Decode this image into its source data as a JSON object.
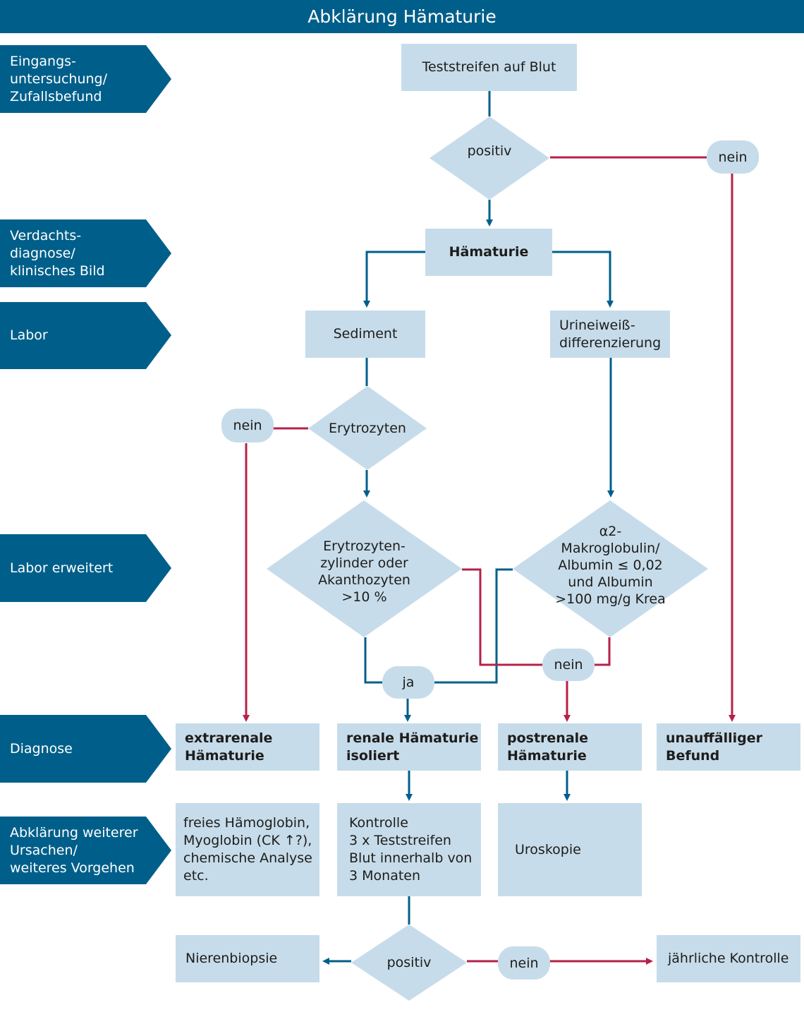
{
  "title": "Abklärung Hämaturie",
  "colors": {
    "header": "#005f8a",
    "box": "#c7dcea",
    "yes_line": "#005f8a",
    "no_line": "#b5214a"
  },
  "stages": {
    "s1": "Eingangs-\nuntersuchung/\nZufallsbefund",
    "s2": "Verdachts-\ndiagnose/\nklinisches Bild",
    "s3": "Labor",
    "s4": "Labor erweitert",
    "s5": "Diagnose",
    "s6": "Abklärung weiterer\nUrsachen/\nweiteres Vorgehen"
  },
  "nodes": {
    "teststreifen": "Teststreifen auf Blut",
    "positiv1": "positiv",
    "haematurie": "Hämaturie",
    "sediment": "Sediment",
    "urineiweiss": "Urineiweiß-\ndifferenzierung",
    "erytrozyten": "Erytrozyten",
    "zylinder": "Erytrozyten-\nzylinder oder\nAkanthozyten\n>10 %",
    "makro": "α2-\nMakroglobulin/\nAlbumin ≤ 0,02\nund Albumin\n>100 mg/g Krea",
    "extrarenal": "extrarenale\nHämaturie",
    "renal": "renale Hämaturie\nisoliert",
    "postrenal": "postrenale\nHämaturie",
    "unauffaellig": "unauffälliger\nBefund",
    "freies": "freies Hämoglobin,\nMyoglobin (CK ↑?),\nchemische Analyse\netc.",
    "kontrolle": "Kontrolle\n3 x Teststreifen\nBlut innerhalb von\n3 Monaten",
    "uroskopie": "Uroskopie",
    "nierenbiopsie": "Nierenbiopsie",
    "positiv2": "positiv",
    "jaehrlich": "jährliche Kontrolle"
  },
  "labels": {
    "nein_top": "nein",
    "nein_left": "nein",
    "ja": "ja",
    "nein_mid": "nein",
    "nein_bottom": "nein"
  }
}
